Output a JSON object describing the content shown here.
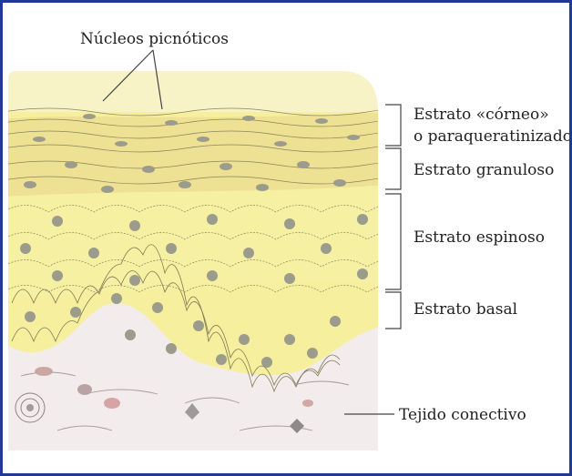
{
  "figure": {
    "labels": {
      "nucleos": "Núcleos picnóticos",
      "corneo_1": "Estrato «córneo»",
      "corneo_2": "o paraqueratinizado",
      "granuloso": "Estrato granuloso",
      "espinoso": "Estrato espinoso",
      "basal": "Estrato basal",
      "conectivo": "Tejido conectivo"
    },
    "colors": {
      "frame": "#1f3a93",
      "background": "#ffffff",
      "tissue_light": "#f7f3c6",
      "granular": "#efe193",
      "spinous": "#f6ef9e",
      "basal": "#f2ea98",
      "connective": "#f3ecec",
      "nucleus": "#9c9c8c",
      "line": "#444444"
    }
  }
}
